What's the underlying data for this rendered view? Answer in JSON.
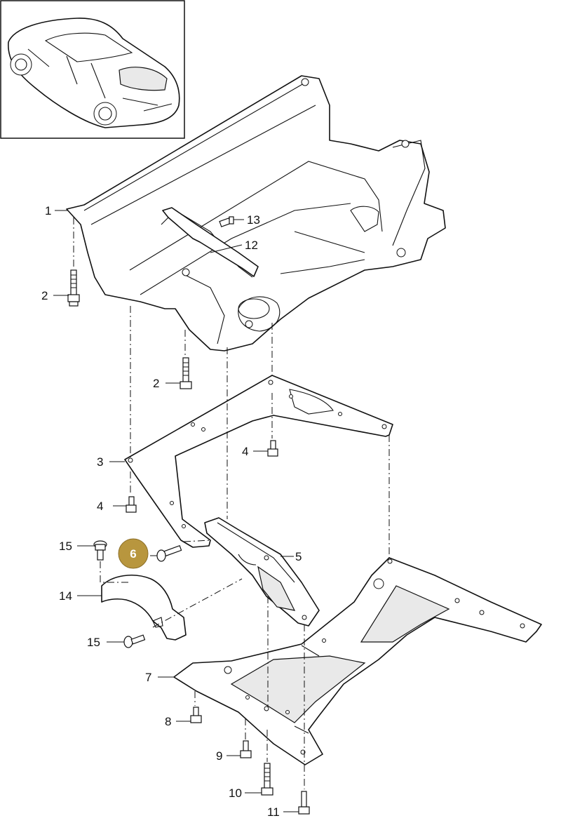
{
  "diagram": {
    "callouts": [
      {
        "id": "c1",
        "text": "1"
      },
      {
        "id": "c2a",
        "text": "2"
      },
      {
        "id": "c2b",
        "text": "2"
      },
      {
        "id": "c3",
        "text": "3"
      },
      {
        "id": "c4a",
        "text": "4"
      },
      {
        "id": "c4b",
        "text": "4"
      },
      {
        "id": "c5",
        "text": "5"
      },
      {
        "id": "c7",
        "text": "7"
      },
      {
        "id": "c8",
        "text": "8"
      },
      {
        "id": "c9",
        "text": "9"
      },
      {
        "id": "c10",
        "text": "10"
      },
      {
        "id": "c11",
        "text": "11"
      },
      {
        "id": "c12",
        "text": "12"
      },
      {
        "id": "c13",
        "text": "13"
      },
      {
        "id": "c14",
        "text": "14"
      },
      {
        "id": "c15a",
        "text": "15"
      },
      {
        "id": "c15b",
        "text": "15"
      }
    ],
    "highlight": {
      "text": "6",
      "color": "#b8963e"
    }
  }
}
